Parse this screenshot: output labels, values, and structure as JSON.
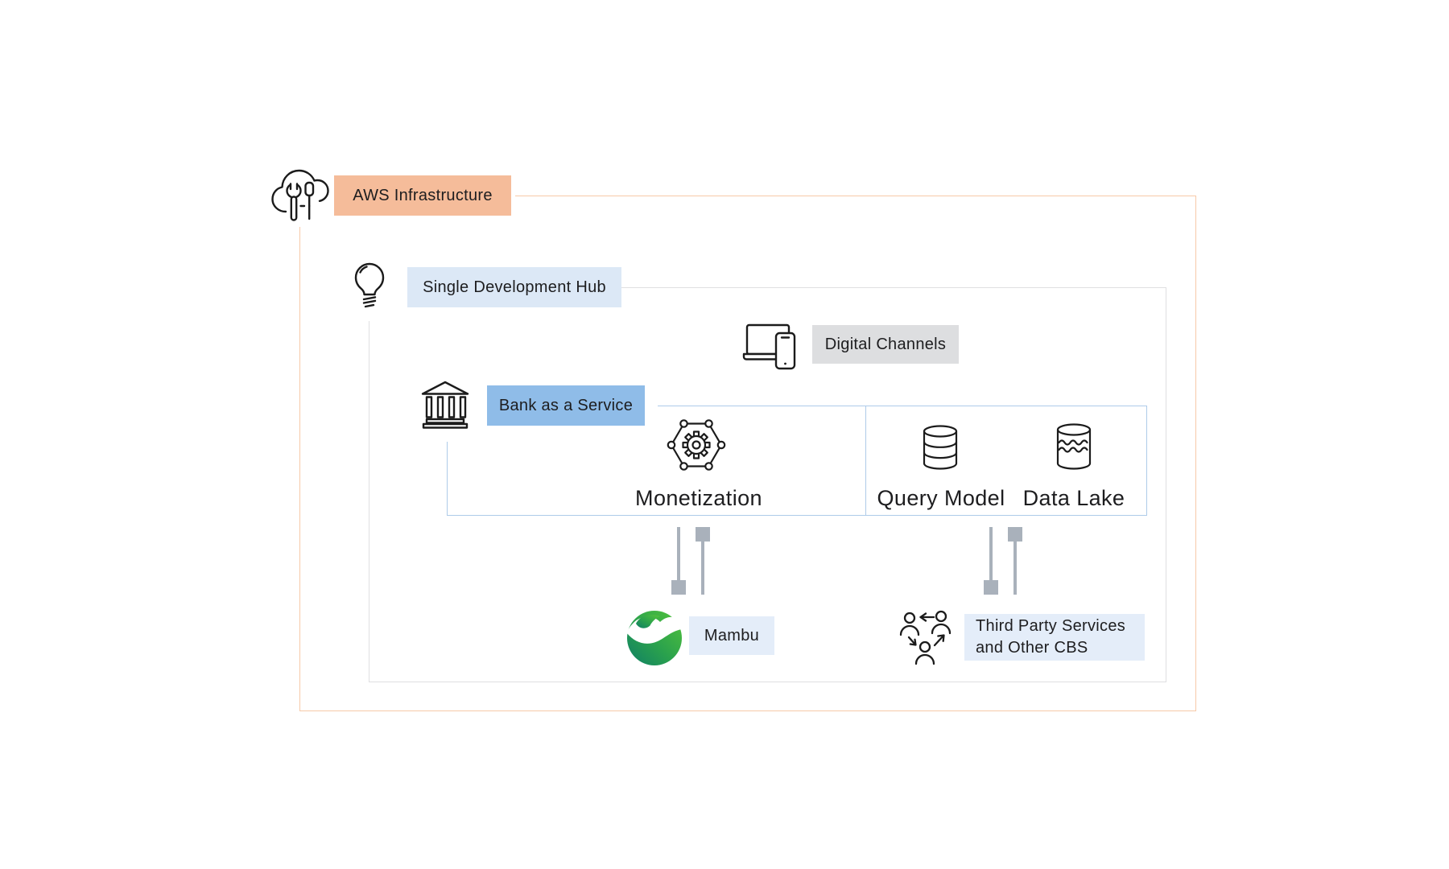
{
  "diagram_title": "AWS Infrastructure",
  "aws": {
    "label": "AWS Infrastructure"
  },
  "hub": {
    "label": "Single Development Hub"
  },
  "digital_channels": {
    "label": "Digital Channels"
  },
  "baas": {
    "label": "Bank as a Service"
  },
  "modules": {
    "monetization": "Monetization",
    "query_model": "Query Model",
    "data_lake": "Data Lake"
  },
  "integrations": {
    "mambu": "Mambu",
    "third_party": "Third Party Services and Other CBS"
  },
  "icons": {
    "aws": "cloud-tools-icon",
    "hub": "lightbulb-icon",
    "digital_channels": "laptop-phone-icon",
    "baas": "bank-icon",
    "monetization": "hexagon-gear-icon",
    "query_model": "database-icon",
    "data_lake": "data-lake-icon",
    "mambu": "mambu-logo-icon",
    "third_party": "people-share-icon",
    "connectors": "slider-connector-icon"
  },
  "colors": {
    "peach_bg": "#f5bc9a",
    "orange_border": "#f7c9a8",
    "lightblue_bg": "#dce8f6",
    "graylabel_bg": "#dddee0",
    "midblue_bg": "#8fbce8",
    "paleblue_bg": "#e4edf9",
    "gray_border": "#dfdfe1",
    "blue_border": "#aecbe9",
    "slider": "#a9b1bb",
    "text": "#1d1d1f",
    "mambu_green_light": "#54c43a",
    "mambu_green_dark": "#0f7f66",
    "icon_stroke": "#1b1b1b"
  }
}
